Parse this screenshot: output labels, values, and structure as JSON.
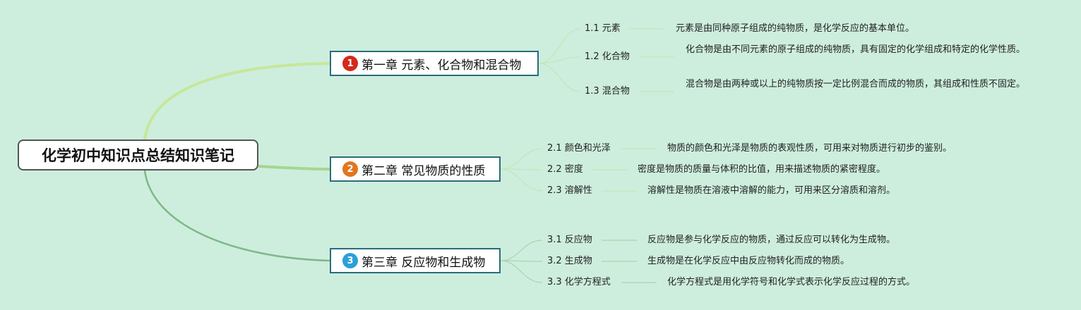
{
  "root": {
    "title": "化学初中知识点总结知识笔记"
  },
  "chapters": [
    {
      "marker": "1",
      "marker_color": "#d42a1a",
      "title": "第一章 元素、化合物和混合物",
      "topics": [
        {
          "label": "1.1 元素",
          "desc": "元素是由同种原子组成的纯物质，是化学反应的基本单位。"
        },
        {
          "label": "1.2 化合物",
          "desc": "化合物是由不同元素的原子组成的纯物质，具有固定的化学组成和特定的化学性质。"
        },
        {
          "label": "1.3 混合物",
          "desc": "混合物是由两种或以上的纯物质按一定比例混合而成的物质，其组成和性质不固定。"
        }
      ]
    },
    {
      "marker": "2",
      "marker_color": "#e0771f",
      "title": "第二章 常见物质的性质",
      "topics": [
        {
          "label": "2.1 颜色和光泽",
          "desc": "物质的颜色和光泽是物质的表观性质，可用来对物质进行初步的鉴别。"
        },
        {
          "label": "2.2 密度",
          "desc": "密度是物质的质量与体积的比值，用来描述物质的紧密程度。"
        },
        {
          "label": "2.3 溶解性",
          "desc": "溶解性是物质在溶液中溶解的能力，可用来区分溶质和溶剂。"
        }
      ]
    },
    {
      "marker": "3",
      "marker_color": "#2c9fd8",
      "title": "第三章 反应物和生成物",
      "topics": [
        {
          "label": "3.1 反应物",
          "desc": "反应物是参与化学反应的物质，通过反应可以转化为生成物。"
        },
        {
          "label": "3.2 生成物",
          "desc": "生成物是在化学反应中由反应物转化而成的物质。"
        },
        {
          "label": "3.3 化学方程式",
          "desc": "化学方程式是用化学符号和化学式表示化学反应过程的方式。"
        }
      ]
    }
  ]
}
